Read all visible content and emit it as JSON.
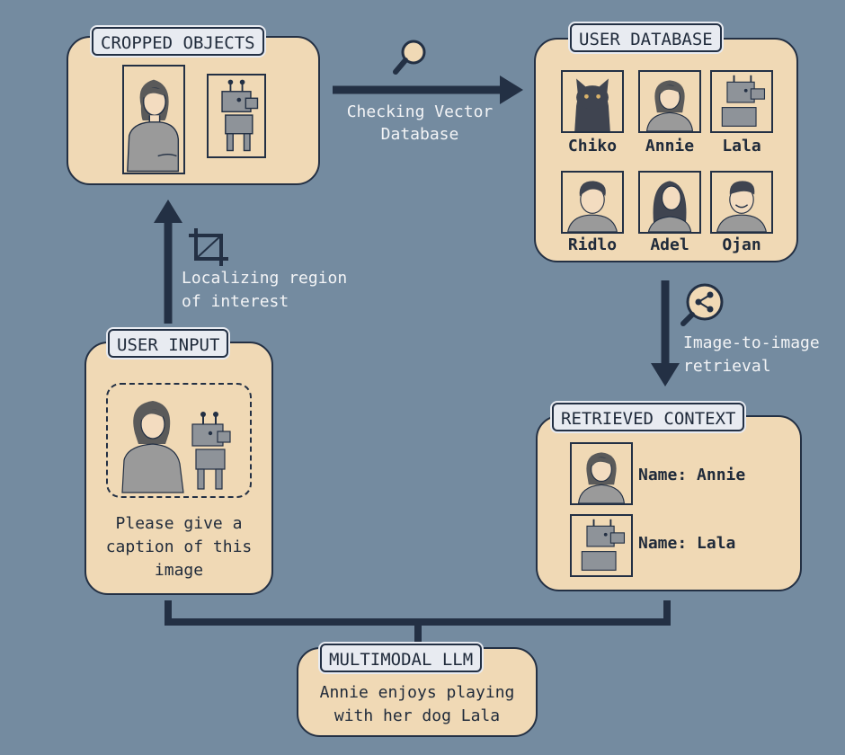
{
  "cropped_objects": {
    "title": "CROPPED OBJECTS"
  },
  "user_database": {
    "title": "USER DATABASE",
    "entries": [
      {
        "name": "Chiko",
        "icon": "cat-icon"
      },
      {
        "name": "Annie",
        "icon": "woman-icon"
      },
      {
        "name": "Lala",
        "icon": "robot-dog-icon"
      },
      {
        "name": "Ridlo",
        "icon": "man-icon"
      },
      {
        "name": "Adel",
        "icon": "long-hair-woman-icon"
      },
      {
        "name": "Ojan",
        "icon": "smiling-man-icon"
      }
    ]
  },
  "user_input": {
    "title": "USER INPUT",
    "prompt_lines": [
      "Please give a",
      "caption of this",
      "image"
    ]
  },
  "retrieved_context": {
    "title": "RETRIEVED CONTEXT",
    "items": [
      {
        "label": "Name: Annie",
        "icon": "woman-icon"
      },
      {
        "label": "Name: Lala",
        "icon": "robot-dog-icon"
      }
    ]
  },
  "multimodal_llm": {
    "title": "MULTIMODAL LLM",
    "output_lines": [
      "Annie enjoys playing",
      "with her dog Lala"
    ]
  },
  "arrows": {
    "checking": [
      "Checking Vector",
      "Database"
    ],
    "localizing": [
      "Localizing region",
      "of interest"
    ],
    "retrieval": [
      "Image-to-image",
      "retrieval"
    ]
  },
  "colors": {
    "background": "#748ba0",
    "panel": "#f0d9b5",
    "tag": "#e8ebf1",
    "stroke": "#233044"
  }
}
